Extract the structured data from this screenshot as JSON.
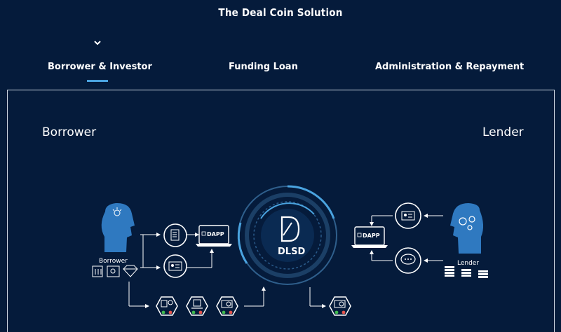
{
  "header": {
    "title": "The Deal Coin Solution"
  },
  "tabs": [
    {
      "label": "Borrower & Investor",
      "active": true
    },
    {
      "label": "Funding Loan",
      "active": false
    },
    {
      "label": "Administration & Repayment",
      "active": false
    }
  ],
  "panel": {
    "left_heading": "Borrower",
    "right_heading": "Lender"
  },
  "diagram": {
    "borrower_label": "Borrower",
    "lender_label": "Lender",
    "dapp_label": "DAPP",
    "center_label": "DLSD"
  },
  "colors": {
    "background": "#051b3b",
    "accent": "#4aa3df",
    "head_blue": "#2f79c0",
    "green_dot": "#3fb950",
    "red_dot": "#e5534b"
  }
}
